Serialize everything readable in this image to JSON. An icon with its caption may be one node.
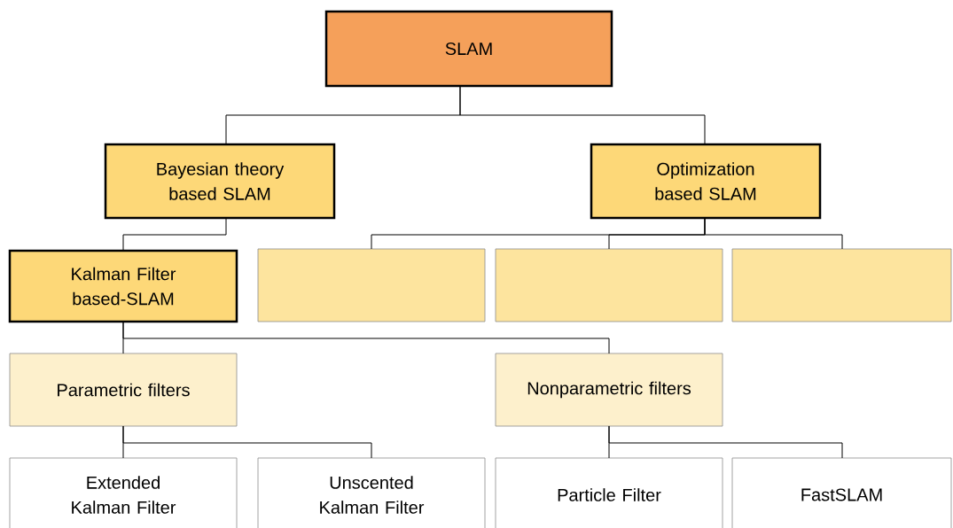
{
  "diagram": {
    "nodes": [
      {
        "text": [
          "SLAM"
        ]
      },
      {
        "text": [
          "Bayesian theory based SLAM"
        ]
      },
      {
        "text": [
          "Optimization based SLAM"
        ]
      },
      {
        "text": [
          "Kalman Filter based-SLAM"
        ]
      },
      {
        "text": [],
        "shape": "box"
      },
      {
        "text": [],
        "shape": "box"
      },
      {
        "text": [],
        "shape": "box"
      },
      {
        "text": [
          "Parametric filters"
        ]
      },
      {
        "text": [
          "Nonparametric filters"
        ]
      },
      {
        "text": [
          "Extended Kalman Filter"
        ]
      },
      {
        "text": [
          "Unscented Kalman Filter"
        ]
      },
      {
        "text": [
          "Particle Filter"
        ]
      },
      {
        "text": [
          "FastSLAM"
        ]
      }
    ],
    "edges": [
      {
        "from": 0,
        "to": 1,
        "arrow": "none"
      },
      {
        "from": 0,
        "to": 2,
        "arrow": "none"
      },
      {
        "from": 1,
        "to": 3,
        "arrow": "none"
      },
      {
        "from": 2,
        "to": 4,
        "arrow": "none"
      },
      {
        "from": 2,
        "to": 5,
        "arrow": "none"
      },
      {
        "from": 2,
        "to": 6,
        "arrow": "none"
      },
      {
        "from": 3,
        "to": 7,
        "arrow": "none"
      },
      {
        "from": 3,
        "to": 8,
        "arrow": "none"
      },
      {
        "from": 7,
        "to": 9,
        "arrow": "none"
      },
      {
        "from": 7,
        "to": 10,
        "arrow": "none"
      },
      {
        "from": 8,
        "to": 11,
        "arrow": "none"
      },
      {
        "from": 8,
        "to": 12,
        "arrow": "none"
      }
    ]
  }
}
